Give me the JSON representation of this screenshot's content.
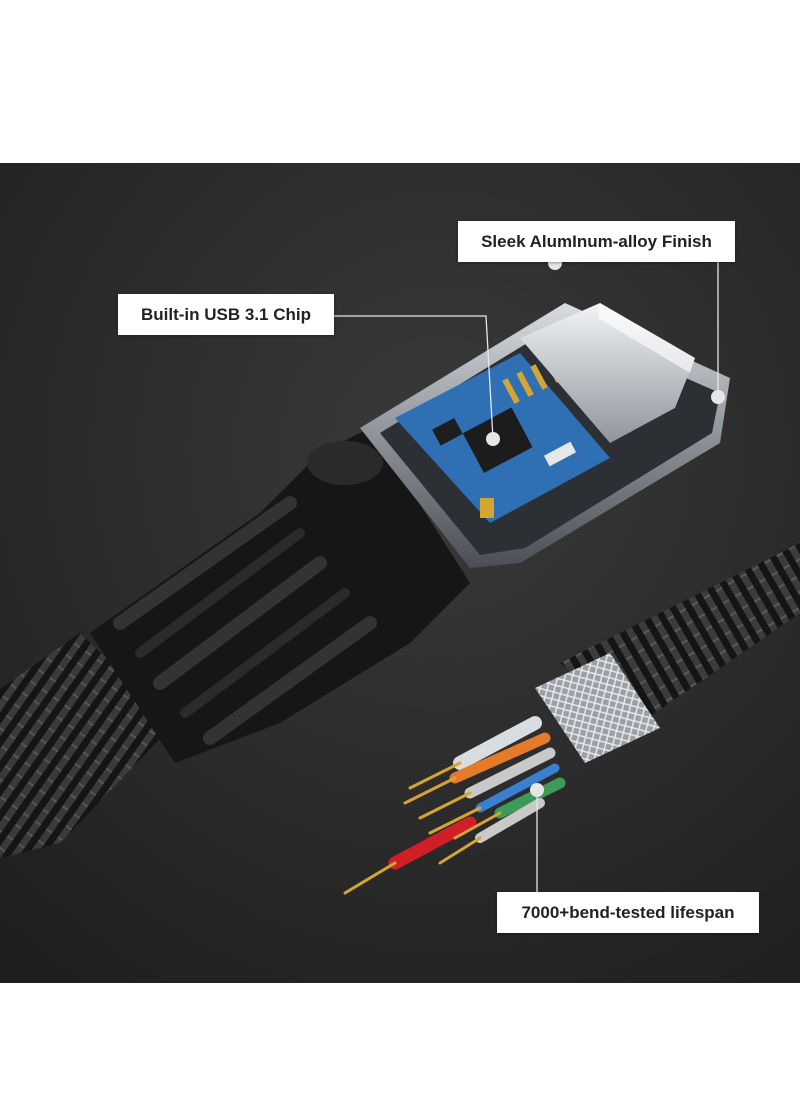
{
  "callouts": {
    "finish": "Sleek AlumInum-alloy Finish",
    "chip": "Built-in USB 3.1 Chip",
    "bend": "7000+bend-tested lifespan"
  },
  "colors": {
    "background": "#2b2b2b",
    "cable_black": "#151515",
    "housing_silver": "#9aa0a6",
    "pcb_blue": "#2f6fb3",
    "gold_pin": "#d4a531",
    "wire_red": "#d11f26",
    "wire_orange": "#e67a2b",
    "wire_green": "#3f9a5a",
    "wire_blue": "#3a7fd0"
  },
  "icons": [
    "usb-c-connector-icon",
    "pcb-chip-icon",
    "braided-cable-icon",
    "exposed-wires-icon"
  ]
}
